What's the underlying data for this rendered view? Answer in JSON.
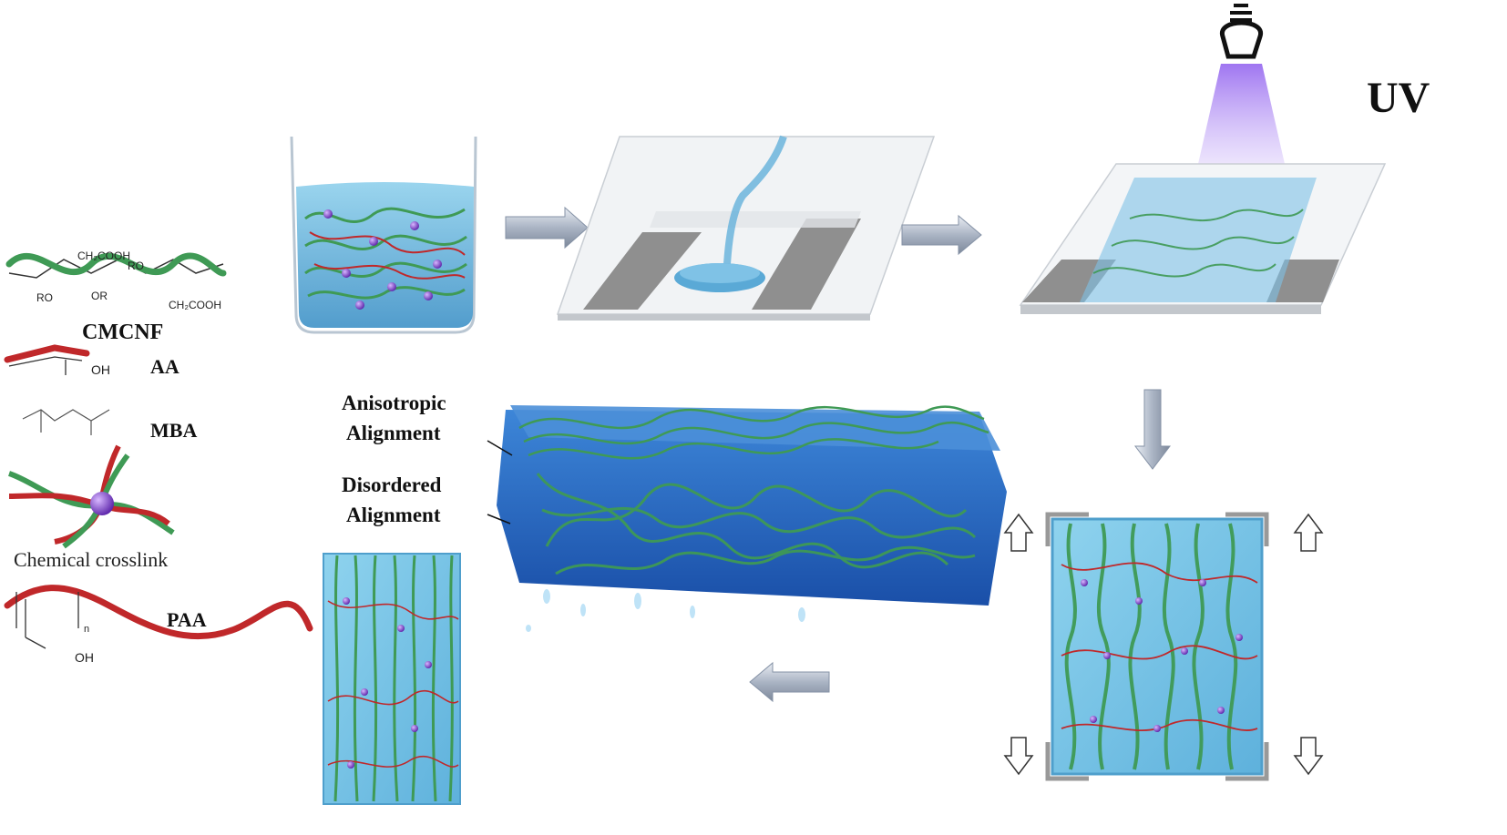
{
  "legend": {
    "cmcnf_label": "CMCNF",
    "aa_label": "AA",
    "mba_label": "MBA",
    "crosslink_label": "Chemical crosslink",
    "paa_label": "PAA",
    "cmcnf_groups": {
      "g1": "CH₂COOH",
      "g2": "RO",
      "g3": "OR",
      "g4": "RO",
      "g5": "CH₂COOH"
    },
    "aa_group": "OH",
    "paa_group": "OH",
    "paa_subscript": "n"
  },
  "steps": {
    "uv_label": "UV"
  },
  "annotations": {
    "anisotropic": [
      "Anisotropic",
      "Alignment"
    ],
    "disordered": [
      "Disordered",
      "Alignment"
    ]
  },
  "colors": {
    "fiber_green": "#3f9a55",
    "polymer_red": "#c0282a",
    "water_blue": "#5aa9d6",
    "gel_blue": "#2d6fc8",
    "crosslink_purple": "#7a3fc9",
    "uv_purple": "#b48cf0",
    "arrow_gray": "#9aa6b8"
  }
}
